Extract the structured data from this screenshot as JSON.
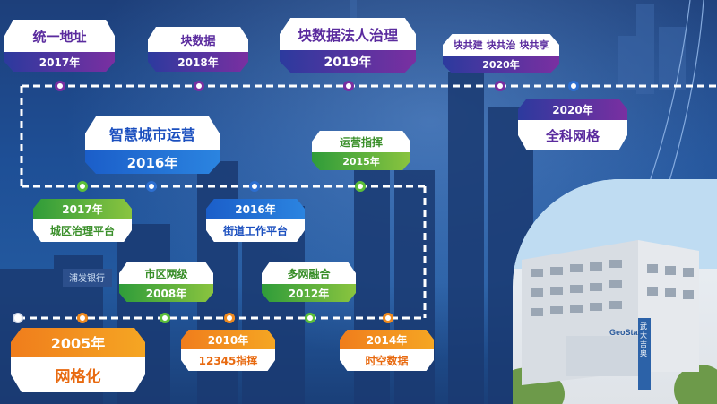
{
  "milestones_top": [
    {
      "title": "统一地址",
      "year": "2017年"
    },
    {
      "title": "块数据",
      "year": "2018年"
    },
    {
      "title": "块数据法人治理",
      "year": "2019年"
    },
    {
      "title": "块共建 块共治 块共享",
      "year": "2020年"
    }
  ],
  "milestone_quanke": {
    "year": "2020年",
    "title": "全科网格"
  },
  "milestone_zhihui": {
    "title": "智慧城市运营",
    "year": "2016年"
  },
  "milestone_yunying": {
    "title": "运营指挥",
    "year": "2015年"
  },
  "milestone_chengqu": {
    "year": "2017年",
    "title": "城区治理平台"
  },
  "milestone_jiedao": {
    "year": "2016年",
    "title": "街道工作平台"
  },
  "milestone_shiqu": {
    "title": "市区两级",
    "year": "2008年"
  },
  "milestone_duowang": {
    "title": "多网融合",
    "year": "2012年"
  },
  "milestone_2005": {
    "year": "2005年",
    "title": "网格化"
  },
  "milestone_12345": {
    "year": "2010年",
    "title": "12345指挥"
  },
  "milestone_shikong": {
    "year": "2014年",
    "title": "时空数据"
  },
  "building_sign": "GeoStar",
  "building_vertical": "武大吉奥",
  "bank_sign": "浦发银行"
}
